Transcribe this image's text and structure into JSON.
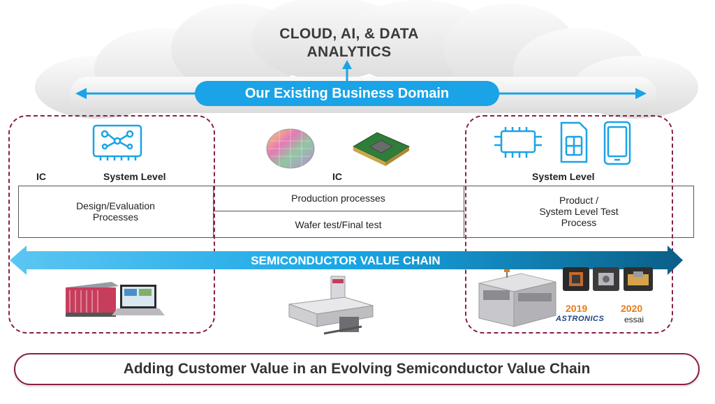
{
  "cloud": {
    "title_line1": "CLOUD, AI, & DATA",
    "title_line2": "ANALYTICS",
    "domain_label": "Our Existing Business Domain"
  },
  "left": {
    "label_ic": "IC",
    "label_system": "System Level",
    "cell_line1": "Design/Evaluation",
    "cell_line2": "Processes"
  },
  "middle": {
    "label_ic": "IC",
    "row1": "Production processes",
    "row2": "Wafer test/Final test"
  },
  "right": {
    "label_system": "System Level",
    "cell_line1": "Product /",
    "cell_line2": "System Level Test",
    "cell_line3": "Process"
  },
  "chain": {
    "label": "SEMICONDUCTOR VALUE CHAIN"
  },
  "acquisitions": [
    {
      "year": "2019",
      "company": "ASTRONICS"
    },
    {
      "year": "2020",
      "company": "essai"
    }
  ],
  "footer": {
    "label": "Adding Customer Value in an Evolving Semiconductor Value Chain"
  },
  "colors": {
    "accent_blue": "#1aa3e6",
    "frame_maroon": "#8a1f4a",
    "year_orange": "#ea7a17"
  }
}
